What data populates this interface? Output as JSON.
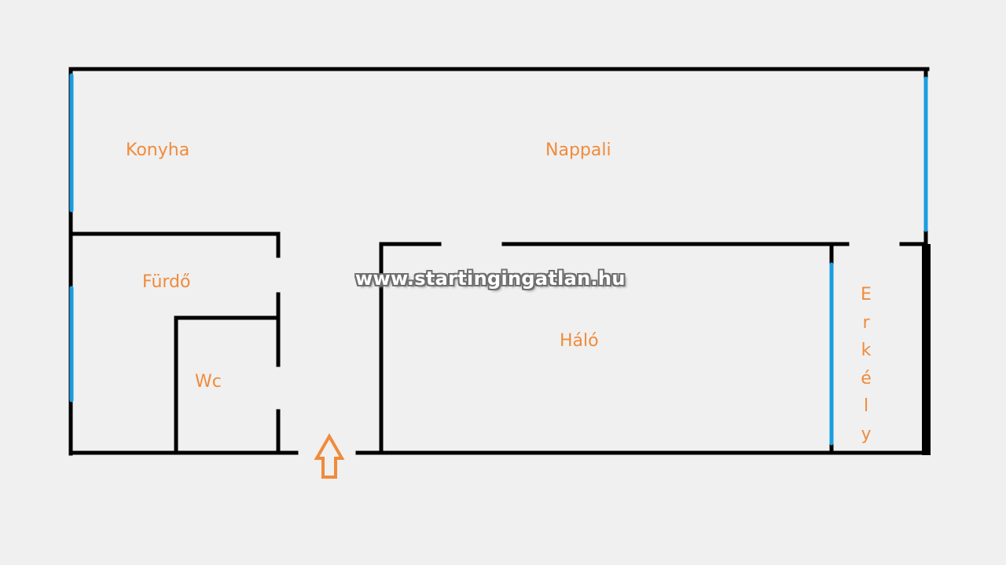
{
  "colors": {
    "background": "#f0f0f0",
    "wall": "#000000",
    "window": "#1a9de0",
    "label": "#f08b3b",
    "entrance_arrow": "#f08b3b"
  },
  "rooms": {
    "kitchen": "Konyha",
    "living": "Nappali",
    "bath": "Fürdő",
    "wc": "Wc",
    "bedroom": "Háló",
    "balcony_letters": [
      "E",
      "r",
      "k",
      "é",
      "l",
      "y"
    ]
  },
  "watermark": "www.startingingatlan.hu",
  "icons": {
    "entrance": "arrow-up-icon"
  }
}
